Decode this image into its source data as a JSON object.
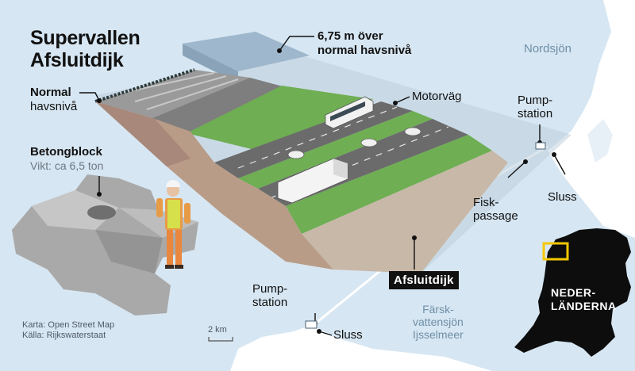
{
  "title_line1": "Supervallen",
  "title_line2": "Afsluitdijk",
  "labels": {
    "height_line1": "6,75 m över",
    "height_line2": "normal havsnivå",
    "normal_line1": "Normal",
    "normal_line2": "havsnivå",
    "block_title": "Betongblock",
    "block_weight": "Vikt: ca 6,5 ton",
    "motorway": "Motorväg",
    "pump_top_line1": "Pump-",
    "pump_top_line2": "station",
    "fish_line1": "Fisk-",
    "fish_line2": "passage",
    "sluss_top": "Sluss",
    "dijk": "Afsluitdijk",
    "pump_bottom_line1": "Pump-",
    "pump_bottom_line2": "station",
    "sluss_bottom": "Sluss",
    "nordsjon": "Nordsjön",
    "lake_line1": "Färsk-",
    "lake_line2": "vattensjön",
    "lake_line3": "Ijsselmeer",
    "scale": "2 km",
    "map_source": "Karta: Open Street Map",
    "data_source": "Källa: Rijkswaterstaat",
    "country_line1": "NEDER-",
    "country_line2": "LÄNDERNA"
  },
  "colors": {
    "sea": "#d6e6f2",
    "land": "#ffffff",
    "grass": "#6aa84f",
    "road": "#6b6b6b",
    "dike_side": "#b89b86",
    "marker": "#f6c800"
  }
}
